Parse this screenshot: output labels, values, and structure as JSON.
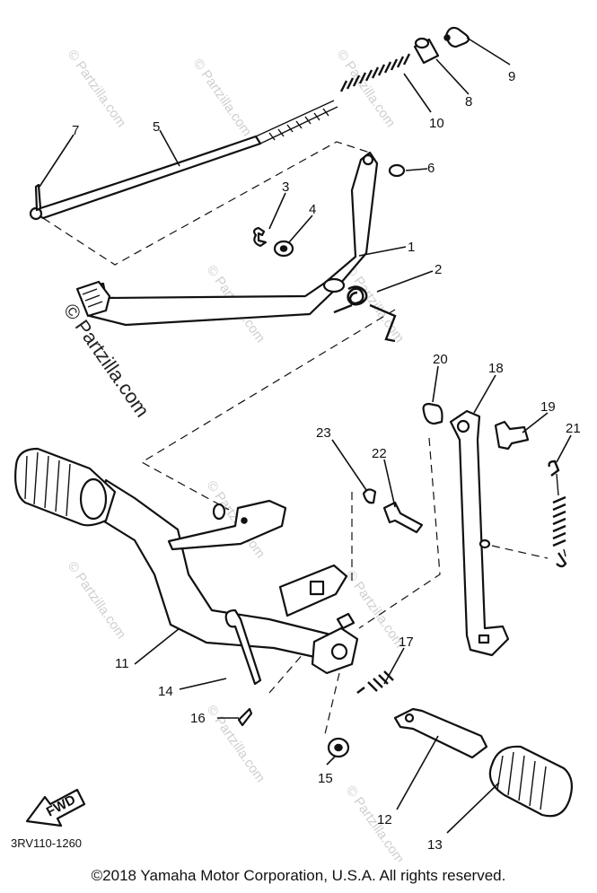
{
  "watermark": "© Partzilla.com",
  "diagram_code": "3RV110-1260",
  "fwd_label": "FWD",
  "copyright": "©2018  Yamaha Motor Corporation, U.S.A. All rights reserved.",
  "callouts": [
    "1",
    "2",
    "3",
    "4",
    "5",
    "6",
    "7",
    "8",
    "9",
    "10",
    "11",
    "12",
    "13",
    "14",
    "15",
    "16",
    "17",
    "18",
    "19",
    "20",
    "21",
    "22",
    "23"
  ]
}
